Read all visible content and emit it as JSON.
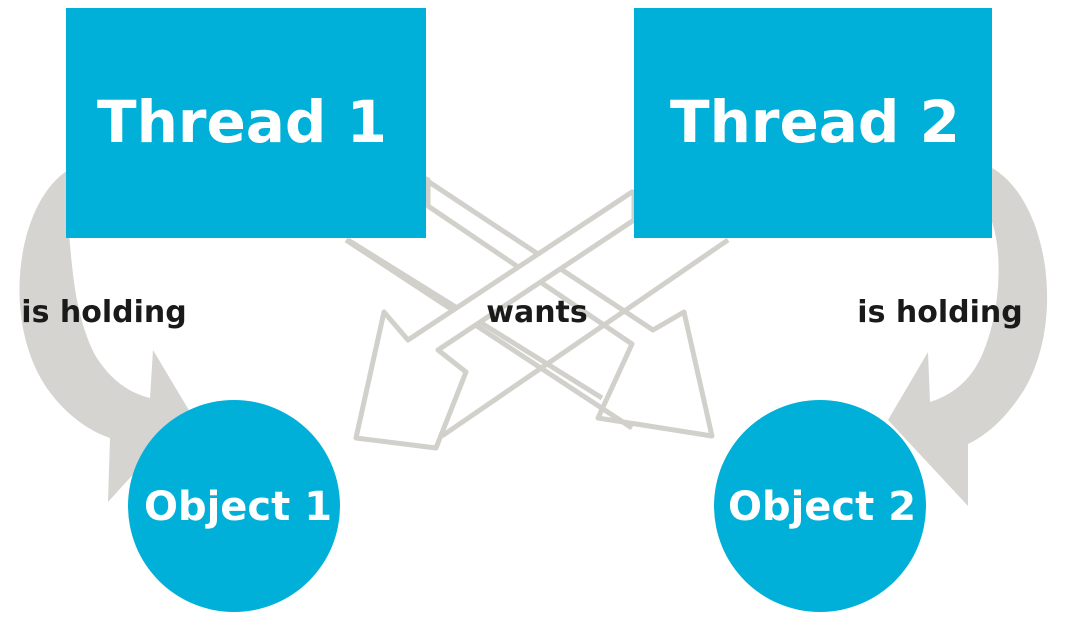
{
  "colors": {
    "node_fill": "#00b0d8",
    "curved_arrow": "#d6d4d0",
    "outline_arrow": "#d2d0cb",
    "text_white": "#ffffff",
    "text_dark": "#1a1a1a"
  },
  "nodes": {
    "thread1": "Thread 1",
    "thread2": "Thread 2",
    "object1": "Object 1",
    "object2": "Object 2"
  },
  "edges": {
    "left_holding": "is holding",
    "wants": "wants",
    "right_holding": "is holding"
  }
}
